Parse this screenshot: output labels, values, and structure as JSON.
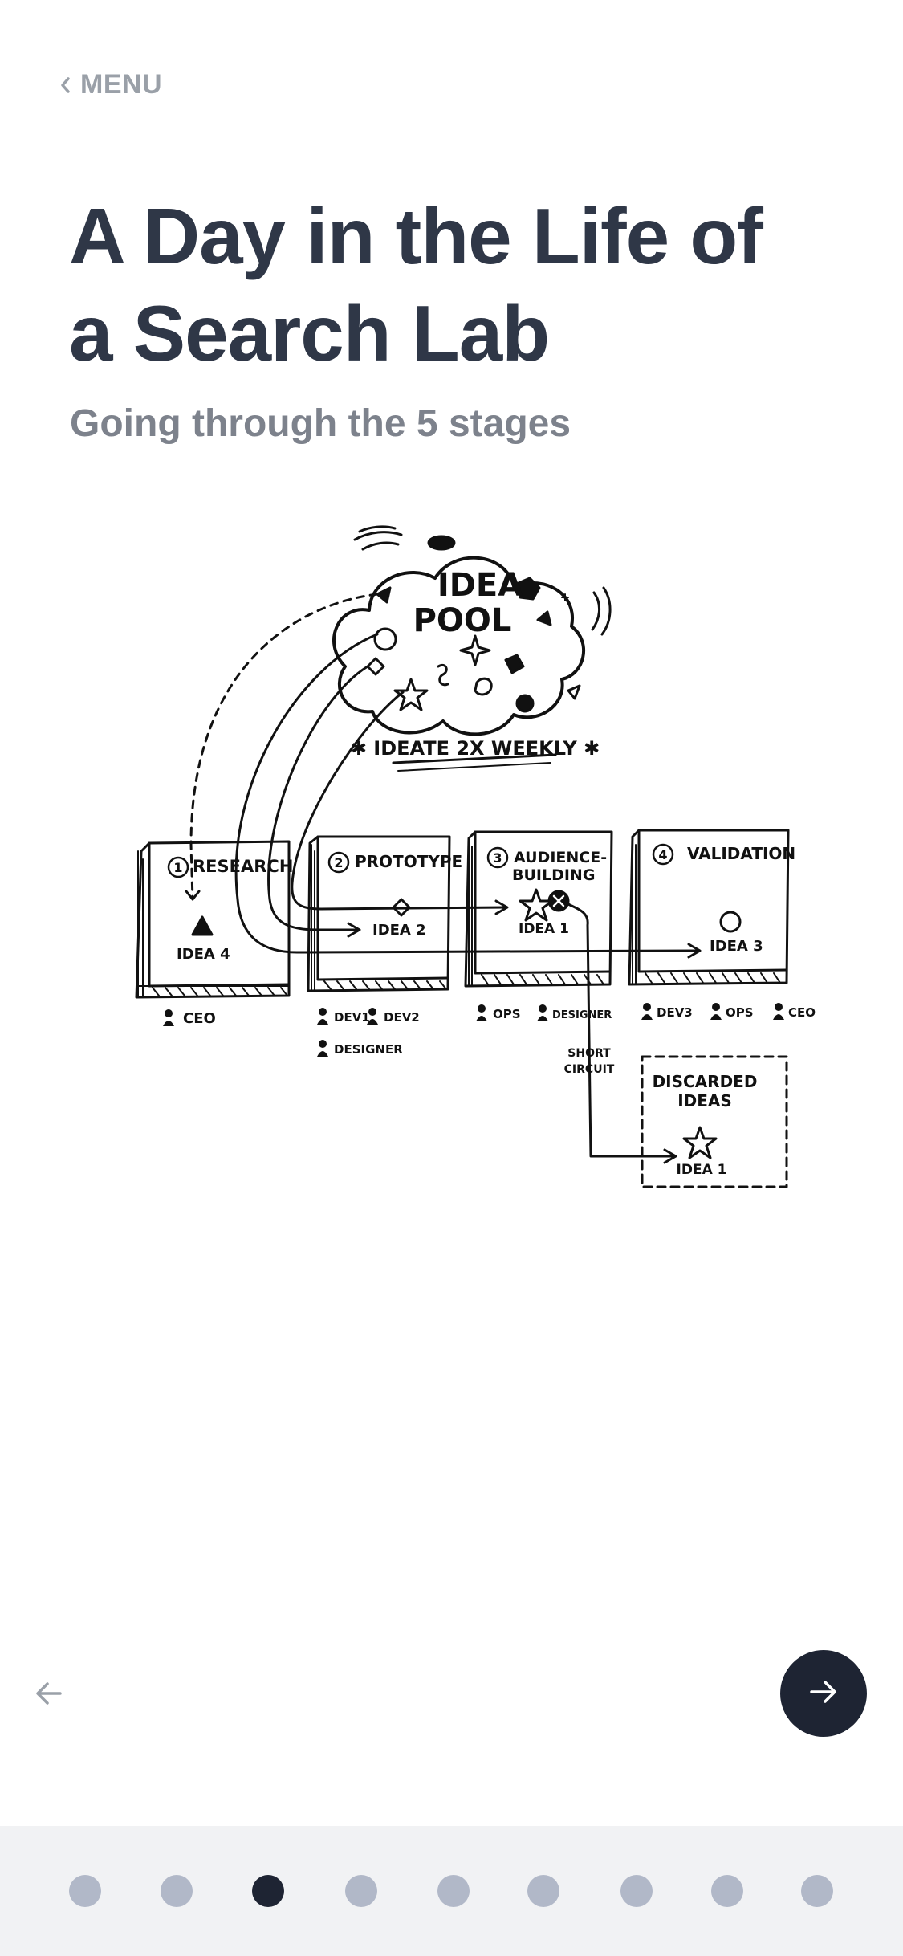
{
  "nav": {
    "menu_label": "MENU"
  },
  "header": {
    "title_line1": "A Day in the Life of",
    "title_line2": "a Search Lab",
    "subtitle": "Going through the 5 stages"
  },
  "sketch": {
    "idea_pool_line1": "IDEA",
    "idea_pool_line2": "POOL",
    "ideate_note": "✱ IDEATE 2X WEEKLY ✱",
    "stages": [
      {
        "number": "1",
        "name": "RESEARCH",
        "idea": "IDEA 4",
        "people": [
          "CEO"
        ]
      },
      {
        "number": "2",
        "name": "PROTOTYPE",
        "idea": "IDEA 2",
        "people": [
          "DEV1",
          "DEV2",
          "DESIGNER"
        ]
      },
      {
        "number": "3",
        "name_line1": "AUDIENCE-",
        "name_line2": "BUILDING",
        "idea": "IDEA 1",
        "people": [
          "OPS",
          "DESIGNER"
        ]
      },
      {
        "number": "4",
        "name": "VALIDATION",
        "idea": "IDEA 3",
        "people": [
          "DEV3",
          "OPS",
          "CEO"
        ]
      }
    ],
    "short_circuit_line1": "SHORT",
    "short_circuit_line2": "CIRCUIT",
    "discarded_line1": "DISCARDED",
    "discarded_line2": "IDEAS",
    "discarded_idea": "IDEA 1"
  },
  "icons": {
    "back": "chevron-left-icon",
    "prev": "arrow-left-icon",
    "next": "arrow-right-icon"
  },
  "pager": {
    "total": 9,
    "active_index": 2
  },
  "colors": {
    "title": "#2f3747",
    "subtitle": "#7d828c",
    "menu": "#9aa0a8",
    "dark_button": "#1e2433",
    "dot_inactive": "#b1b8c8",
    "pager_bg": "#f1f2f4"
  }
}
